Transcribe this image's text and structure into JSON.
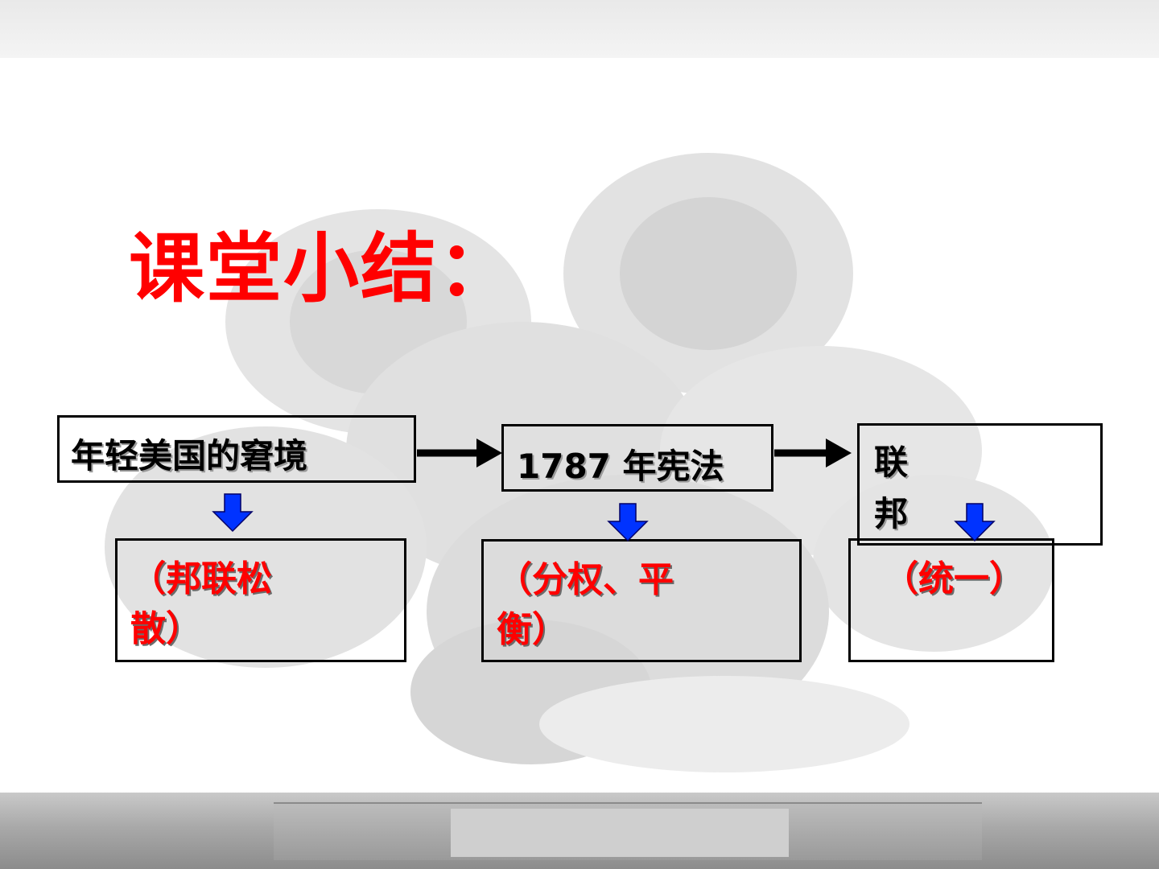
{
  "slide": {
    "title": "课堂小结："
  },
  "flow": {
    "box1": "年轻美国的窘境",
    "box2": "1787 年宪法",
    "box3_line1": "联",
    "box3_line2": "邦",
    "result1_line1": "（邦联松",
    "result1_line2": "散）",
    "result2_line1": "（分权、平",
    "result2_line2": "衡）",
    "result3": "（统一）"
  },
  "colors": {
    "title": "#ff0000",
    "result_text": "#ff0000",
    "down_arrow": "#0033ff",
    "right_arrow": "#000000"
  }
}
